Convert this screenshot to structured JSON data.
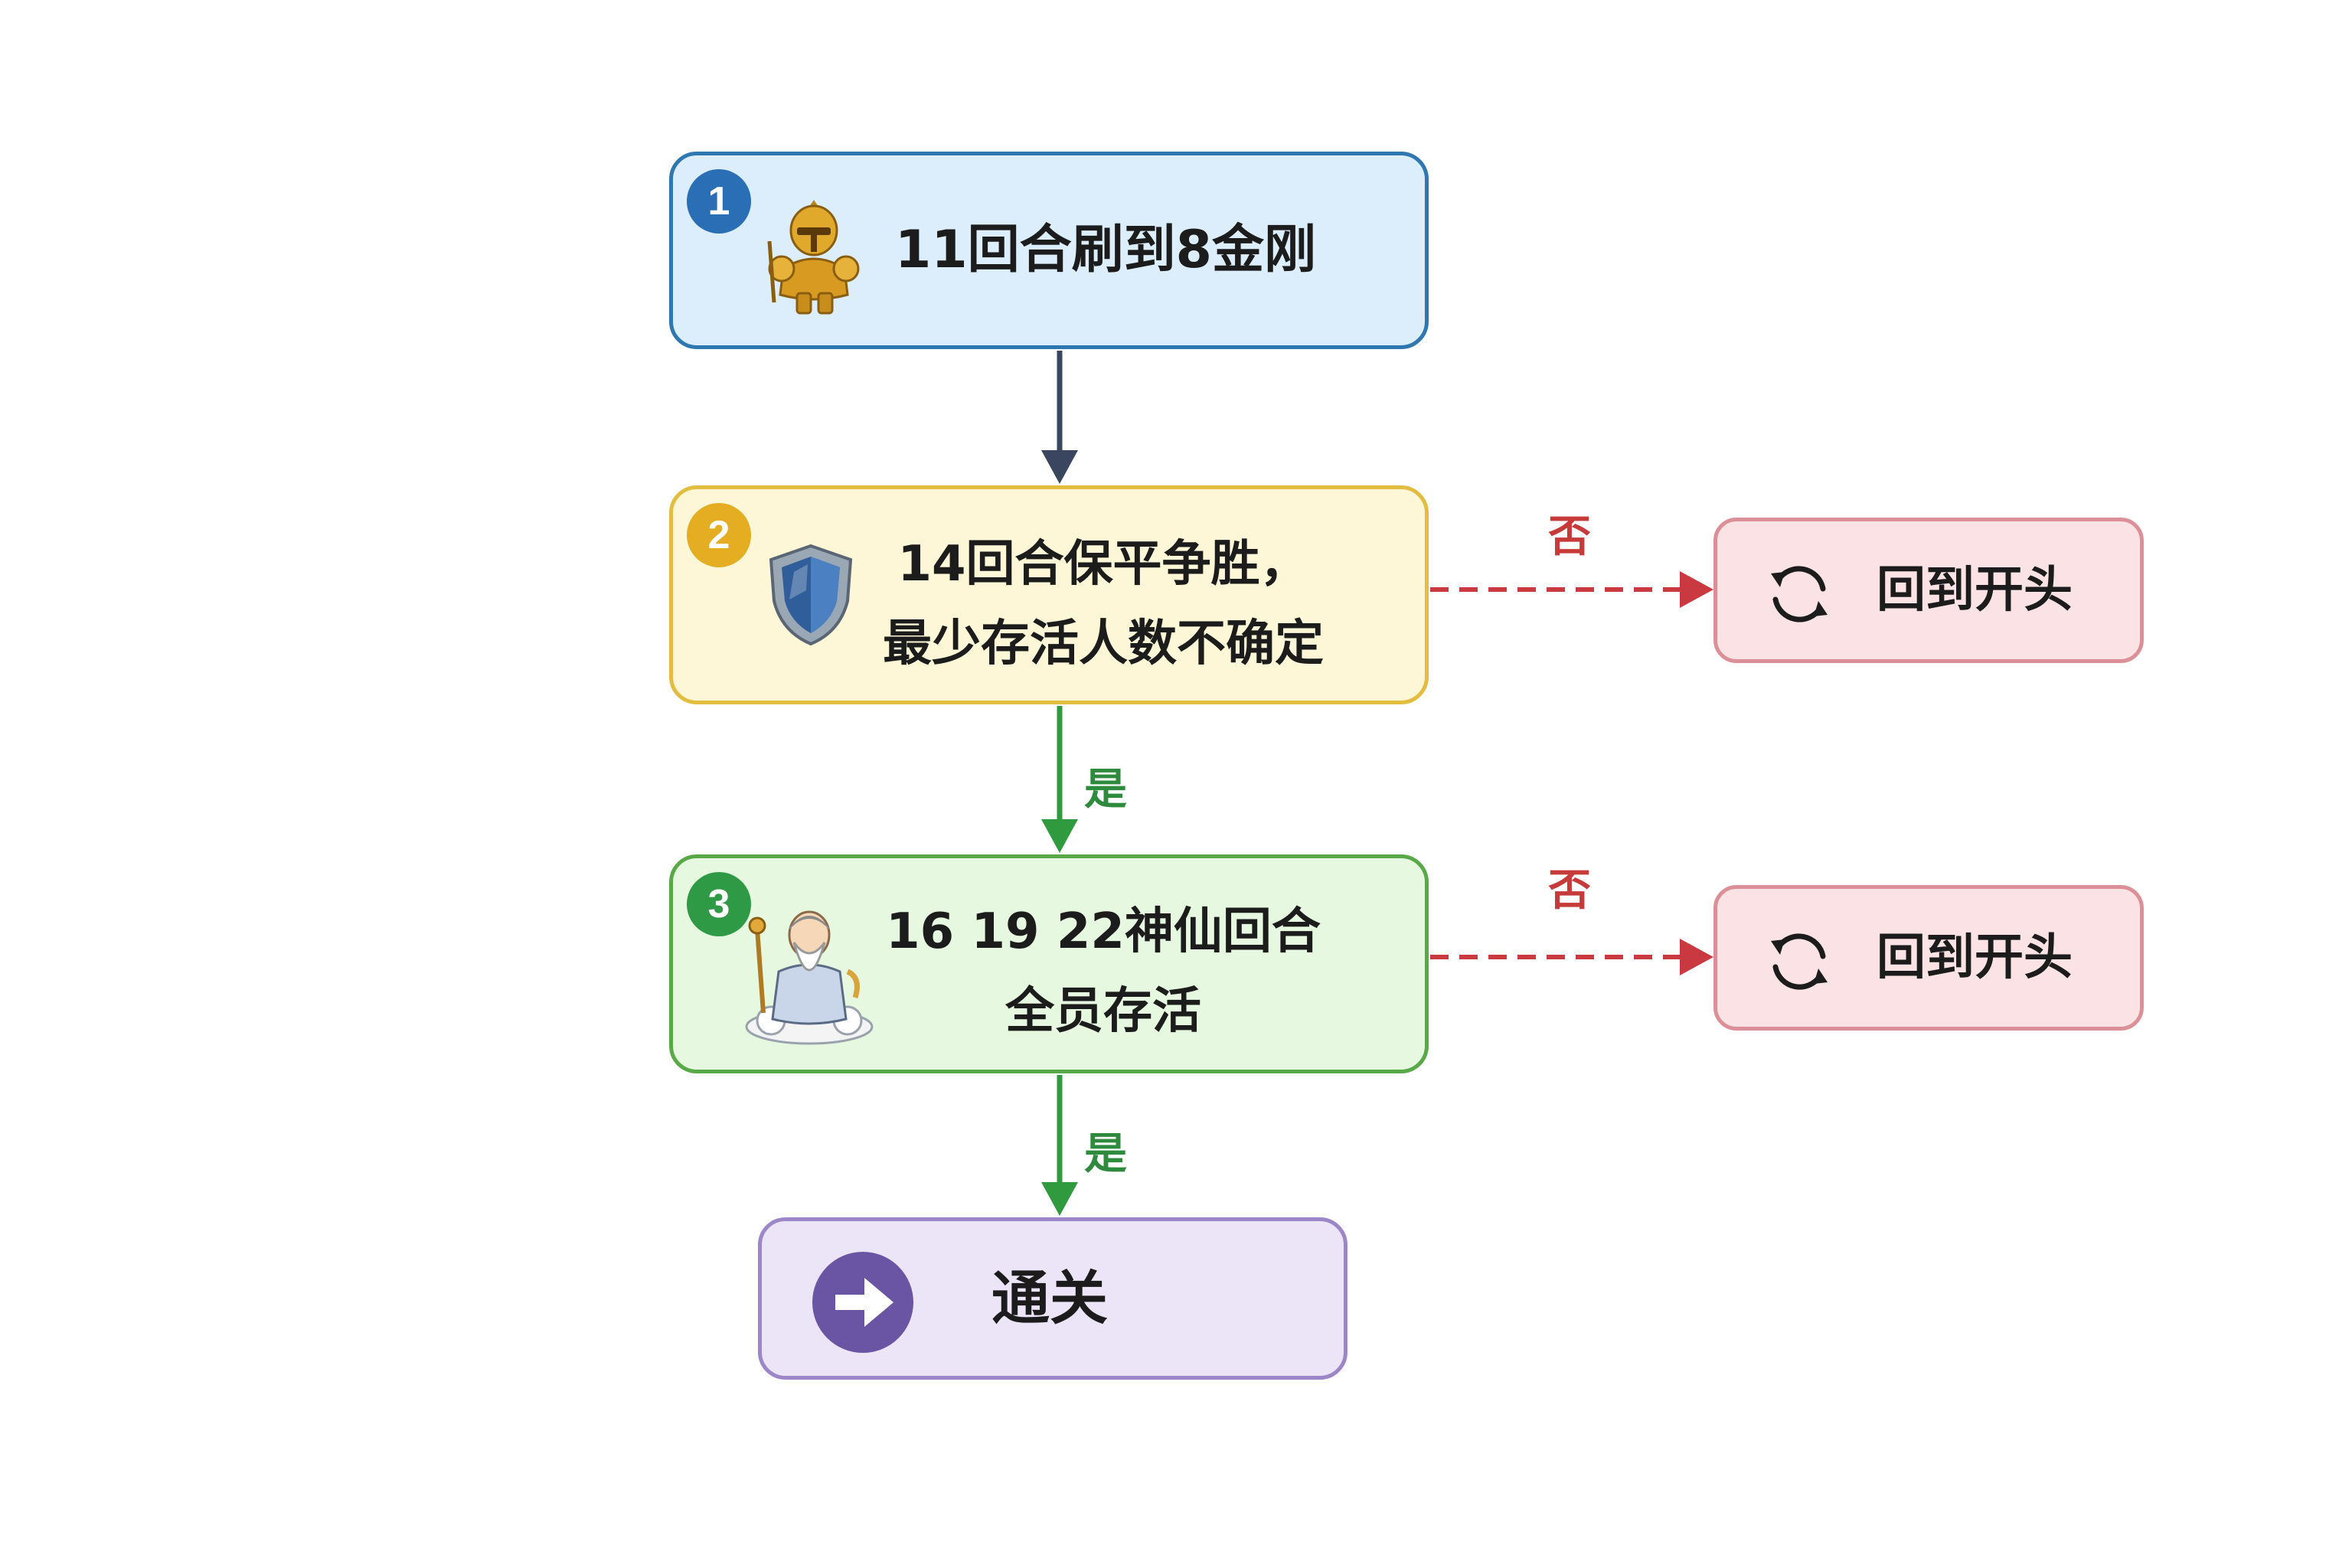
{
  "colors": {
    "arrow_main": "#3a4660",
    "arrow_yes": "#2f9a3e",
    "arrow_no": "#c9393f"
  },
  "steps": [
    {
      "number": "1",
      "text": "11回合刷到8金刚",
      "icon": "golden-warrior-icon"
    },
    {
      "number": "2",
      "lines": [
        "14回合保平争胜，",
        "最少存活人数不确定"
      ],
      "icon": "shield-icon"
    },
    {
      "number": "3",
      "lines": [
        "16 19 22神仙回合",
        "全员存活"
      ],
      "icon": "immortal-sage-icon"
    }
  ],
  "end": {
    "text": "通关",
    "icon": "arrow-right-icon"
  },
  "branches": {
    "yes_label": "是",
    "no_label": "否",
    "reset_text": "回到开头",
    "reset_icon": "refresh-icon"
  }
}
